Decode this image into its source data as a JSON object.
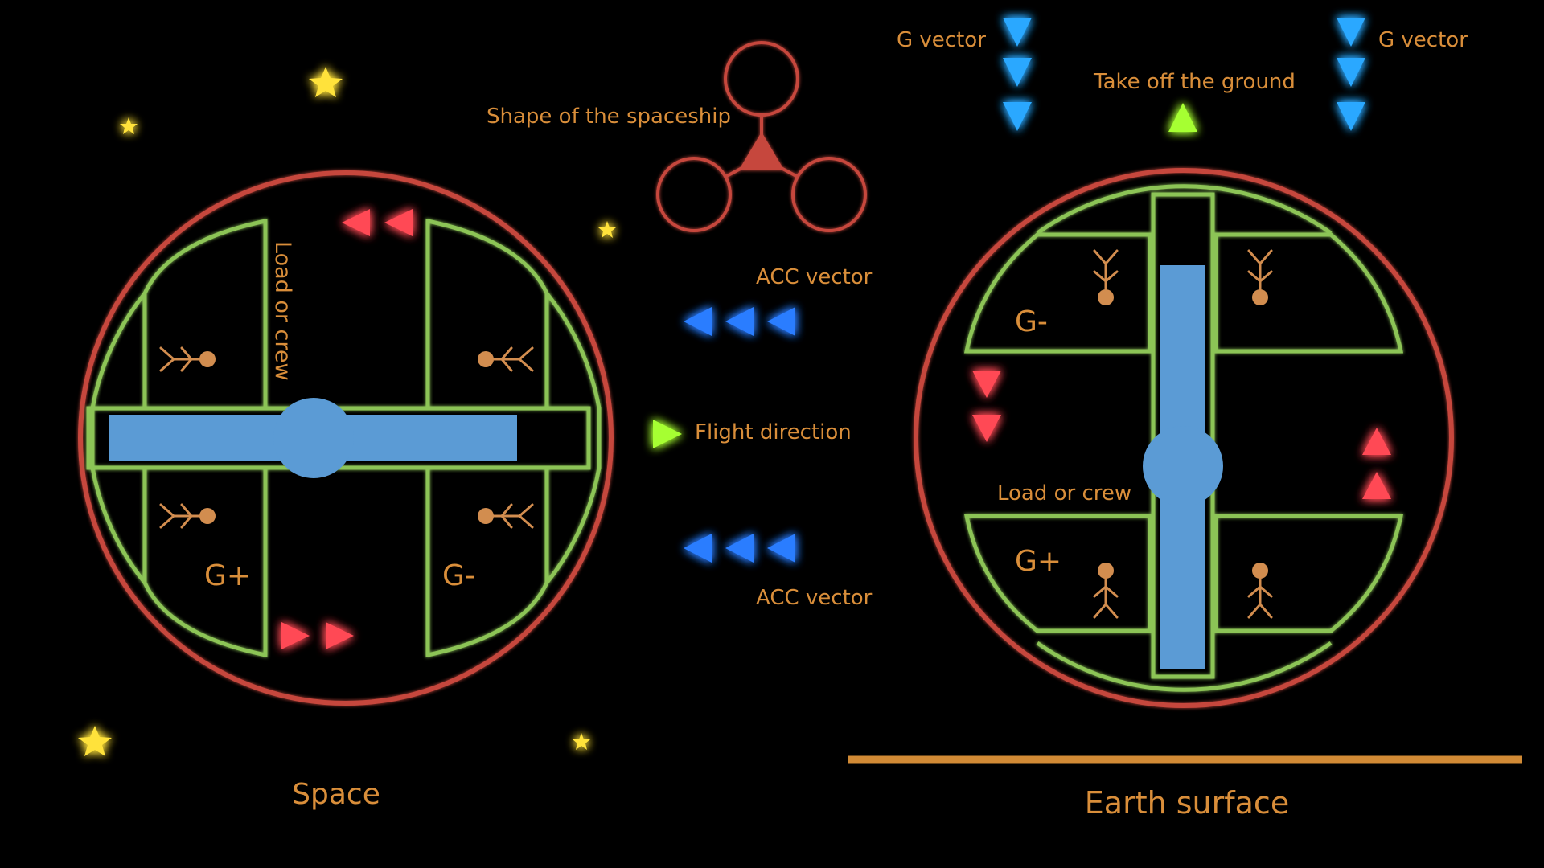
{
  "colors": {
    "background": "#000000",
    "hull": "#c6473c",
    "compartment": "#8cc456",
    "core": "#5b9bd5",
    "label": "#d98e3a",
    "person": "#d28d4f",
    "g_arrow": "#2aa8ff",
    "acc_arrow": "#2a7dff",
    "flight_arrow": "#a6ff33",
    "red_arrow": "#ff4a55",
    "star": "#ffe23a",
    "ground": "#d18a35"
  },
  "labels": {
    "ship_shape": "Shape of the spaceship",
    "acc_vector_top": "ACC vector",
    "acc_vector_bottom": "ACC vector",
    "flight_direction": "Flight direction",
    "g_vector_left": "G vector",
    "g_vector_right": "G vector",
    "take_off": "Take off the ground",
    "space": "Space",
    "earth_surface": "Earth surface"
  },
  "space_ship": {
    "load_label": "Load or crew",
    "g_plus": "G+",
    "g_minus": "G-"
  },
  "earth_ship": {
    "load_label": "Load or crew",
    "g_plus": "G+",
    "g_minus": "G-"
  },
  "icons": {
    "star": "star-icon",
    "person": "stick-figure-icon",
    "arrow": "triangle-arrow-icon"
  }
}
